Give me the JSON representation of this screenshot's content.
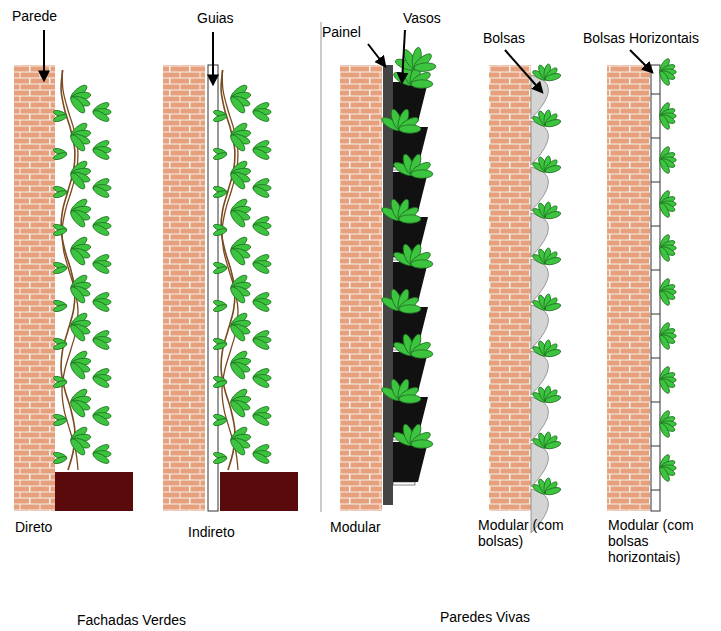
{
  "diagram": {
    "labels": [
      "Parede",
      "Guias",
      "Painel",
      "Vasos",
      "Bolsas",
      "Bolsas Horizontais",
      "Direto",
      "Indireto",
      "Modular",
      "Modular (com bolsas)",
      "Modular (com bolsas horizontais)",
      "Fachadas Verdes",
      "Paredes Vivas"
    ]
  }
}
